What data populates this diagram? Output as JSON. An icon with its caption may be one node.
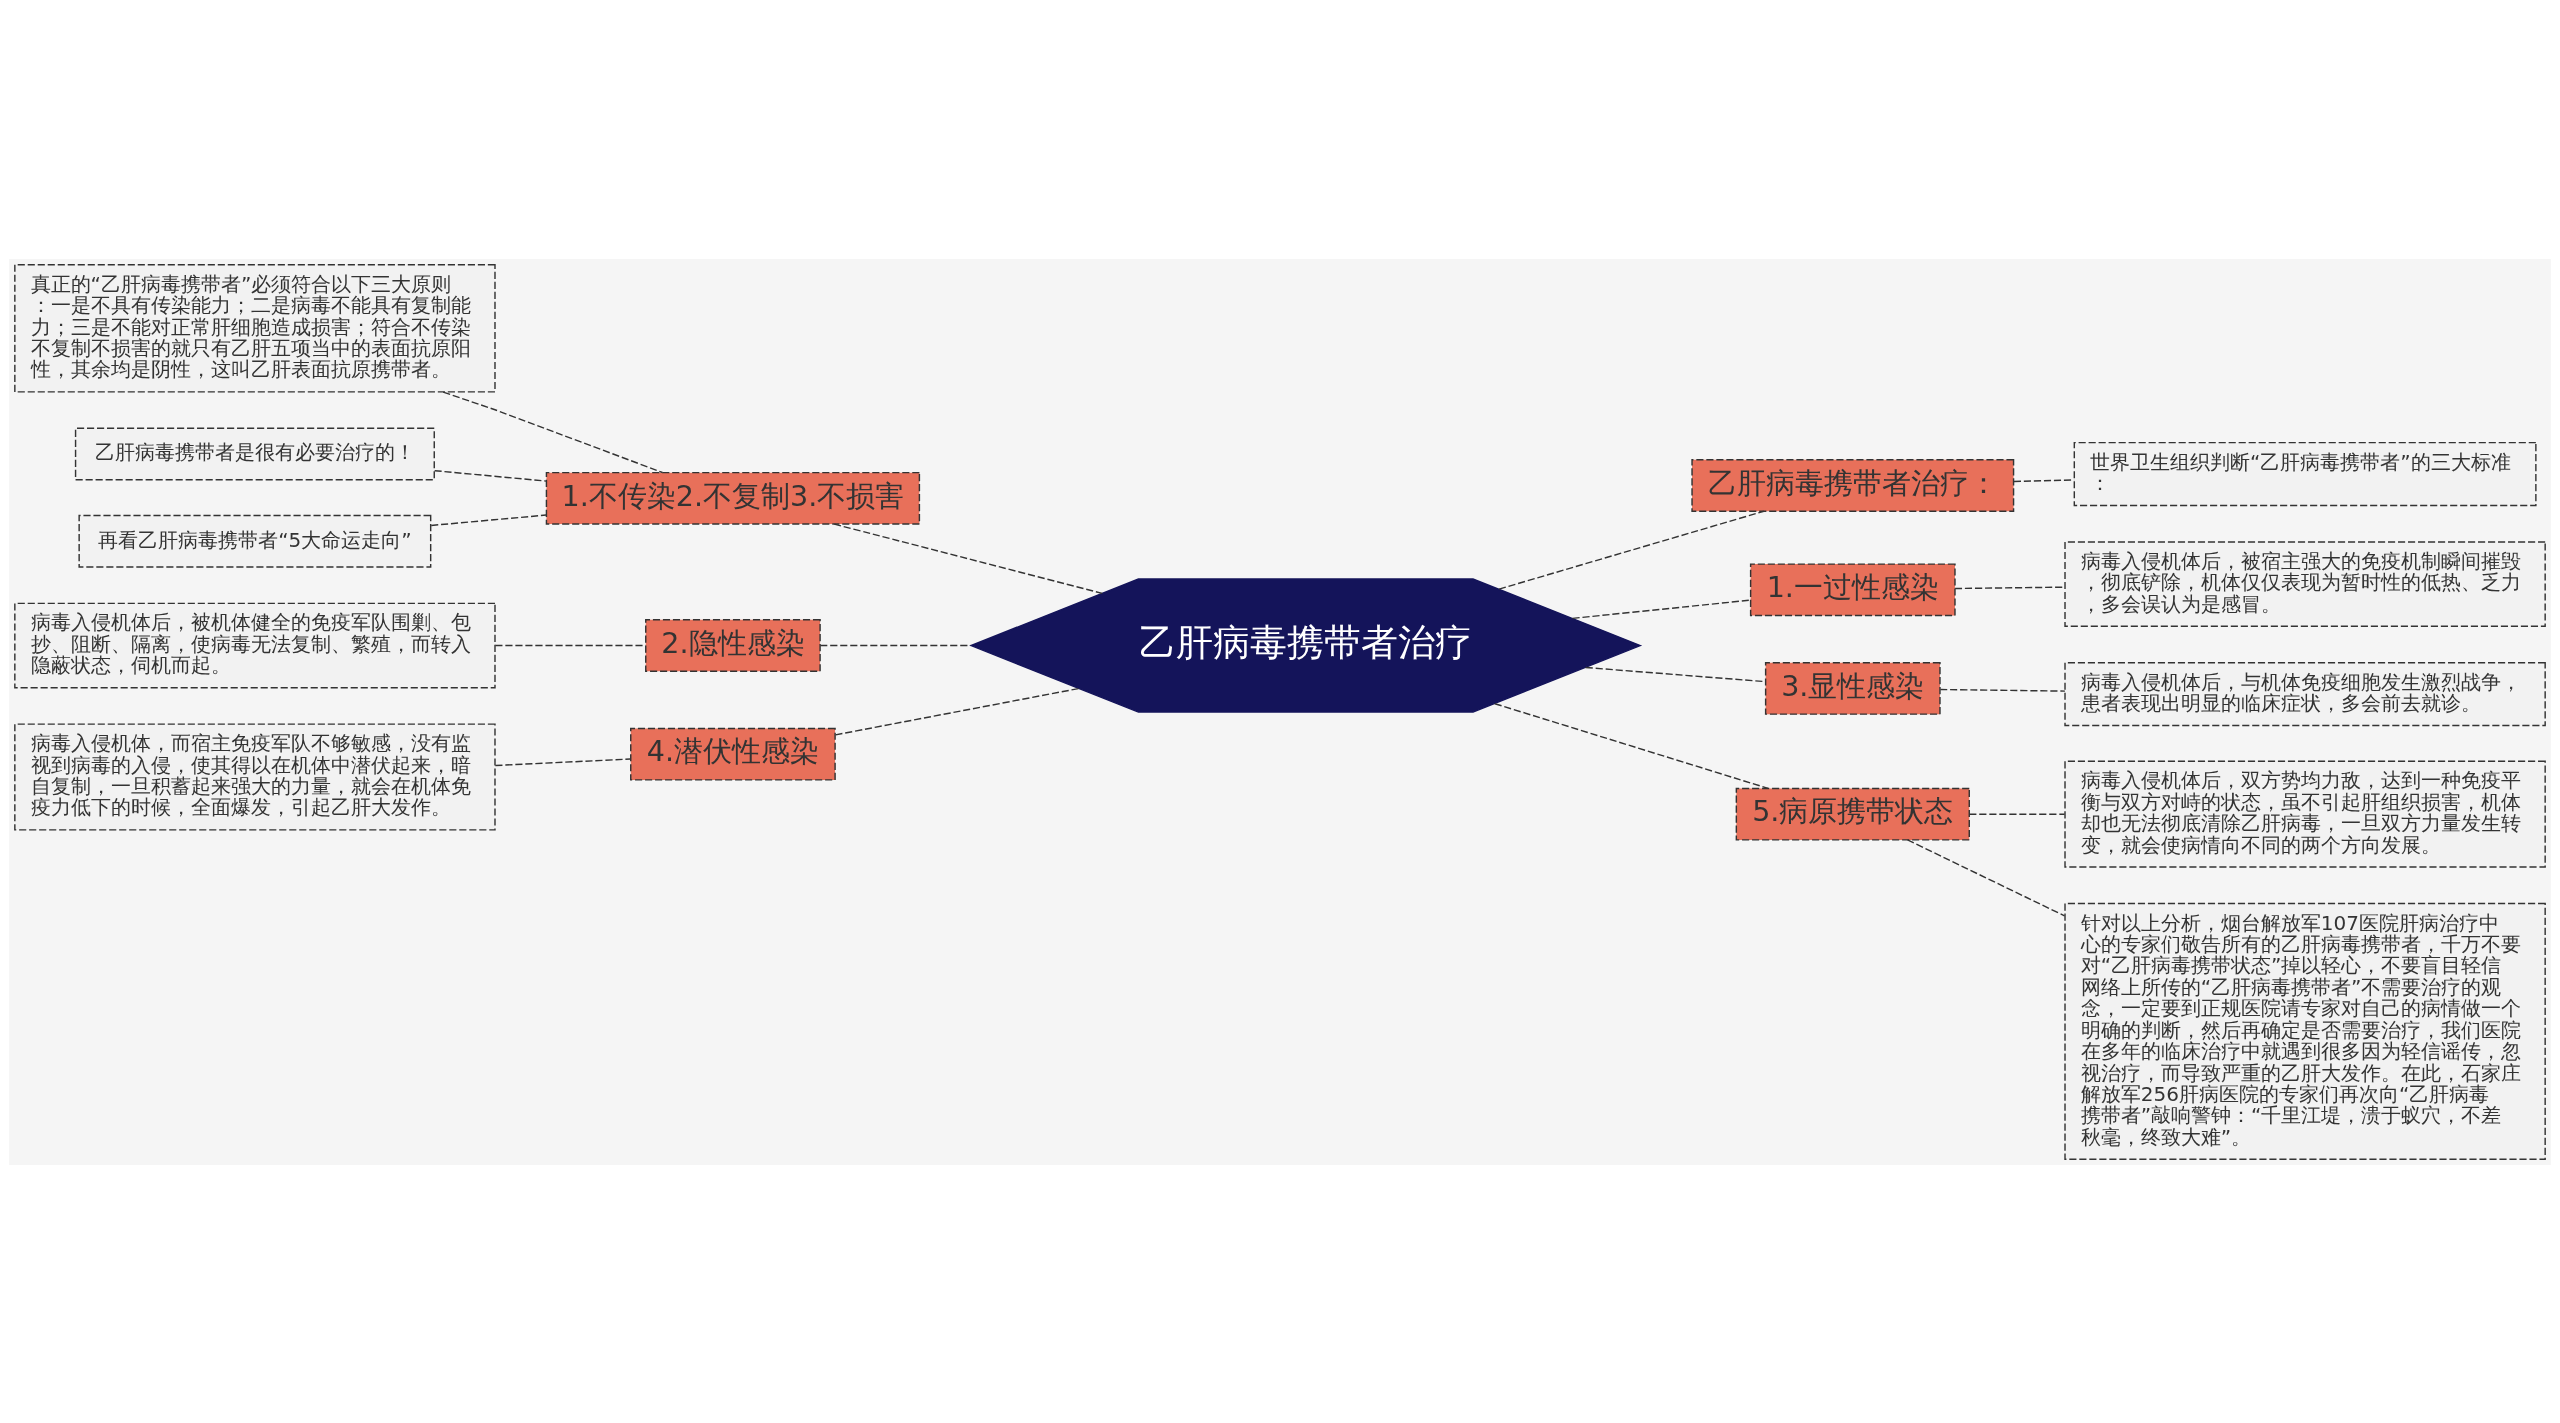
{
  "diagram": {
    "nodes": [
      {
        "text": [
          "乙肝病毒携带者治疗"
        ]
      },
      {
        "text": [
          "1.不传染2.不复制3.不损害"
        ]
      },
      {
        "text": [
          "真正的“乙肝病毒携带者”必须符合以下三大原则：一是不具有传染能力；二是病毒不能具有复制能力；三是不能对正常肝细胞造成损害；符合不传染不复制不损害的就只有乙肝五项当中的表面抗原阳性，其余均是阴性，这叫乙肝表面抗原携带者。"
        ]
      },
      {
        "text": [
          "乙肝病毒携带者是很有必要治疗的！"
        ]
      },
      {
        "text": [
          "再看乙肝病毒携带者“5大命运走向”"
        ]
      },
      {
        "text": [
          "2.隐性感染"
        ]
      },
      {
        "text": [
          "病毒入侵机体后，被机体健全的免疫军队围剿、包抄、阻断、隔离，使病毒无法复制、繁殖，而转入隐蔽状态，伺机而起。"
        ]
      },
      {
        "text": [
          "4.潜伏性感染"
        ]
      },
      {
        "text": [
          "病毒入侵机体，而宿主免疫军队不够敏感，没有监视到病毒的入侵，使其得以在机体中潜伏起来，暗自复制，一旦积蓄起来强大的力量，就会在机体免疫力低下的时候，全面爆发，引起乙肝大发作。"
        ]
      },
      {
        "text": [
          "乙肝病毒携带者治疗："
        ]
      },
      {
        "text": [
          "世界卫生组织判断“乙肝病毒携带者”的三大标准："
        ]
      },
      {
        "text": [
          "1.一过性感染"
        ]
      },
      {
        "text": [
          "病毒入侵机体后，被宿主强大的免疫机制瞬间摧毁，彻底铲除，机体仅仅表现为暂时性的低热、乏力，多会误认为是感冒。"
        ]
      },
      {
        "text": [
          "3.显性感染"
        ]
      },
      {
        "text": [
          "病毒入侵机体后，与机体免疫细胞发生激烈战争，患者表现出明显的临床症状，多会前去就诊。"
        ]
      },
      {
        "text": [
          "5.病原携带状态"
        ]
      },
      {
        "text": [
          "病毒入侵机体后，双方势均力敌，达到一种免疫平衡与双方对峙的状态，虽不引起肝组织损害，机体却也无法彻底清除乙肝病毒，一旦双方力量发生转变，就会使病情向不同的两个方向发展。"
        ]
      },
      {
        "text": [
          "针对以上分析，烟台解放军107医院肝病治疗中心的专家们敬告所有的乙肝病毒携带者，千万不要对“乙肝病毒携带状态”掉以轻心，不要盲目轻信网络上所传的“乙肝病毒携带者”不需要治疗的观念，一定要到正规医院请专家对自己的病情做一个明确的判断，然后再确定是否需要治疗，我们医院在多年的临床治疗中就遇到很多因为轻信谣传，忽视治疗，而导致严重的乙肝大发作。在此，石家庄解放军256肝病医院的专家们再次向“乙肝病毒携带者”敲响警钟：“千里江堤，溃于蚁穴，不差秋毫，终致大难”。"
        ]
      }
    ],
    "edges": [
      {
        "from": 2,
        "to": 1,
        "arrow": "none",
        "style": "dashed"
      },
      {
        "from": 3,
        "to": 1,
        "arrow": "none",
        "style": "dashed"
      },
      {
        "from": 4,
        "to": 1,
        "arrow": "none",
        "style": "dashed"
      },
      {
        "from": 1,
        "to": 0,
        "arrow": "none",
        "style": "dashed"
      },
      {
        "from": 6,
        "to": 5,
        "arrow": "none",
        "style": "dashed"
      },
      {
        "from": 5,
        "to": 0,
        "arrow": "none",
        "style": "dashed"
      },
      {
        "from": 8,
        "to": 7,
        "arrow": "none",
        "style": "dashed"
      },
      {
        "from": 7,
        "to": 0,
        "arrow": "none",
        "style": "dashed"
      },
      {
        "from": 0,
        "to": 9,
        "arrow": "none",
        "style": "dashed"
      },
      {
        "from": 9,
        "to": 10,
        "arrow": "none",
        "style": "dashed"
      },
      {
        "from": 0,
        "to": 11,
        "arrow": "none",
        "style": "dashed"
      },
      {
        "from": 11,
        "to": 12,
        "arrow": "none",
        "style": "dashed"
      },
      {
        "from": 0,
        "to": 13,
        "arrow": "none",
        "style": "dashed"
      },
      {
        "from": 13,
        "to": 14,
        "arrow": "none",
        "style": "dashed"
      },
      {
        "from": 0,
        "to": 15,
        "arrow": "none",
        "style": "dashed"
      },
      {
        "from": 15,
        "to": 16,
        "arrow": "none",
        "style": "dashed"
      },
      {
        "from": 15,
        "to": 17,
        "arrow": "none",
        "style": "dashed"
      }
    ]
  }
}
